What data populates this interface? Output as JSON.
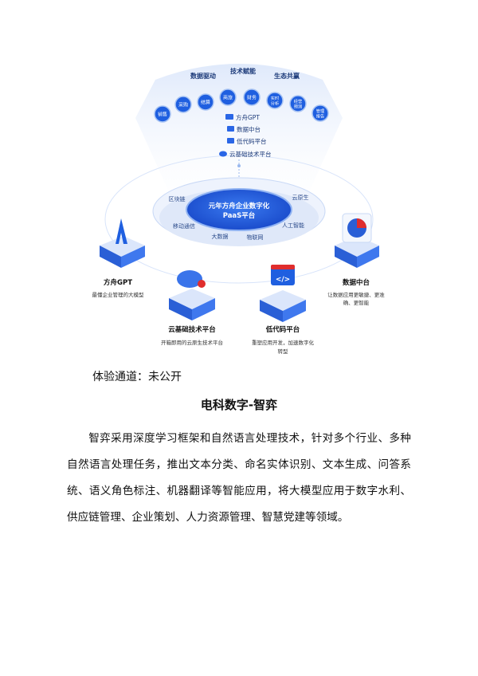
{
  "diagram": {
    "arc_labels": [
      "数据驱动",
      "技术赋能",
      "生态共赢"
    ],
    "scenarios": [
      {
        "lines": [
          "销售"
        ]
      },
      {
        "lines": [
          "采购"
        ]
      },
      {
        "lines": [
          "结算"
        ]
      },
      {
        "lines": [
          "商旅"
        ]
      },
      {
        "lines": [
          "财务"
        ]
      },
      {
        "lines": [
          "实时",
          "分析"
        ]
      },
      {
        "lines": [
          "经营",
          "预测"
        ]
      },
      {
        "lines": [
          "管理",
          "报告"
        ]
      }
    ],
    "stack": [
      "方舟GPT",
      "数据中台",
      "低代码平台",
      "云基础技术平台"
    ],
    "center_title": [
      "元年方舟企业数字化",
      "PaaS平台"
    ],
    "ring_labels": [
      "区块链",
      "云原生",
      "移动通信",
      "人工智能",
      "大数据",
      "物联网"
    ],
    "products": [
      {
        "name": "方舟GPT",
        "desc": [
          "最懂企业管理的大模型"
        ]
      },
      {
        "name": "云基础技术平台",
        "desc": [
          "开箱即用的云原生技术平台"
        ]
      },
      {
        "name": "低代码平台",
        "desc": [
          "重塑应用开发，加速数字化",
          "转型"
        ]
      },
      {
        "name": "数据中台",
        "desc": [
          "让数据应用更敏捷、更准",
          "确、更智能"
        ]
      }
    ],
    "colors": {
      "primary": "#1f5fe0",
      "light": "#e9f1ff",
      "accent_red": "#e02d2d"
    }
  },
  "experience": "体验通道：未公开",
  "section_title": "电科数字-智弈",
  "paragraph": "智弈采用深度学习框架和自然语言处理技术，针对多个行业、多种自然语言处理任务，推出文本分类、命名实体识别、文本生成、问答系统、语义角色标注、机器翻译等智能应用，将大模型应用于数字水利、供应链管理、企业策划、人力资源管理、智慧党建等领域。"
}
